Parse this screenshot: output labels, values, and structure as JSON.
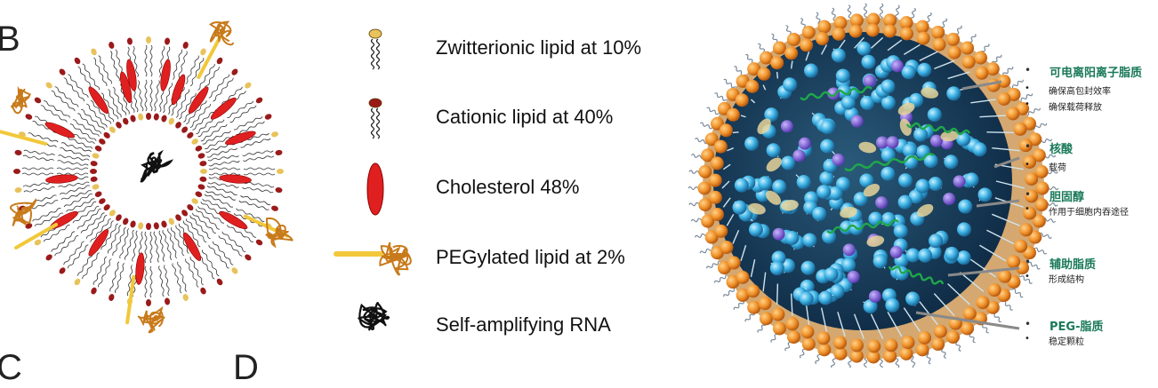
{
  "panel_labels": {
    "left": "B",
    "bottom_left": "C",
    "bottom_mid": "D"
  },
  "legend": [
    {
      "label": "Zwitterionic lipid at 10%",
      "icon": "zwitterionic-lipid-icon",
      "color": "#e8c25a"
    },
    {
      "label": "Cationic lipid at 40%",
      "icon": "cationic-lipid-icon",
      "color": "#9a1a1a"
    },
    {
      "label": "Cholesterol 48%",
      "icon": "cholesterol-icon",
      "color": "#e02020"
    },
    {
      "label": "PEGylated lipid at 2%",
      "icon": "pegylated-lipid-icon",
      "color": "#f2c83a"
    },
    {
      "label": "Self-amplifying RNA",
      "icon": "rna-icon",
      "color": "#111111"
    }
  ],
  "annotations": [
    {
      "title": "可电离阳离子脂质",
      "subs": [
        "确保高包封效率",
        "确保载荷释放"
      ]
    },
    {
      "title": "核酸",
      "subs": [
        "载荷"
      ]
    },
    {
      "title": "胆固醇",
      "subs": [
        "作用于细胞内吞途径"
      ]
    },
    {
      "title": "辅助脂质",
      "subs": [
        "形成结构"
      ]
    },
    {
      "title": "PEG-脂质",
      "subs": [
        "稳定颗粒"
      ]
    }
  ],
  "colors": {
    "accent_green": "#1a7a5a",
    "shell_orange": "#f0922a",
    "core_blue": "#3fb4e6",
    "rna_green": "#1fa84a"
  }
}
